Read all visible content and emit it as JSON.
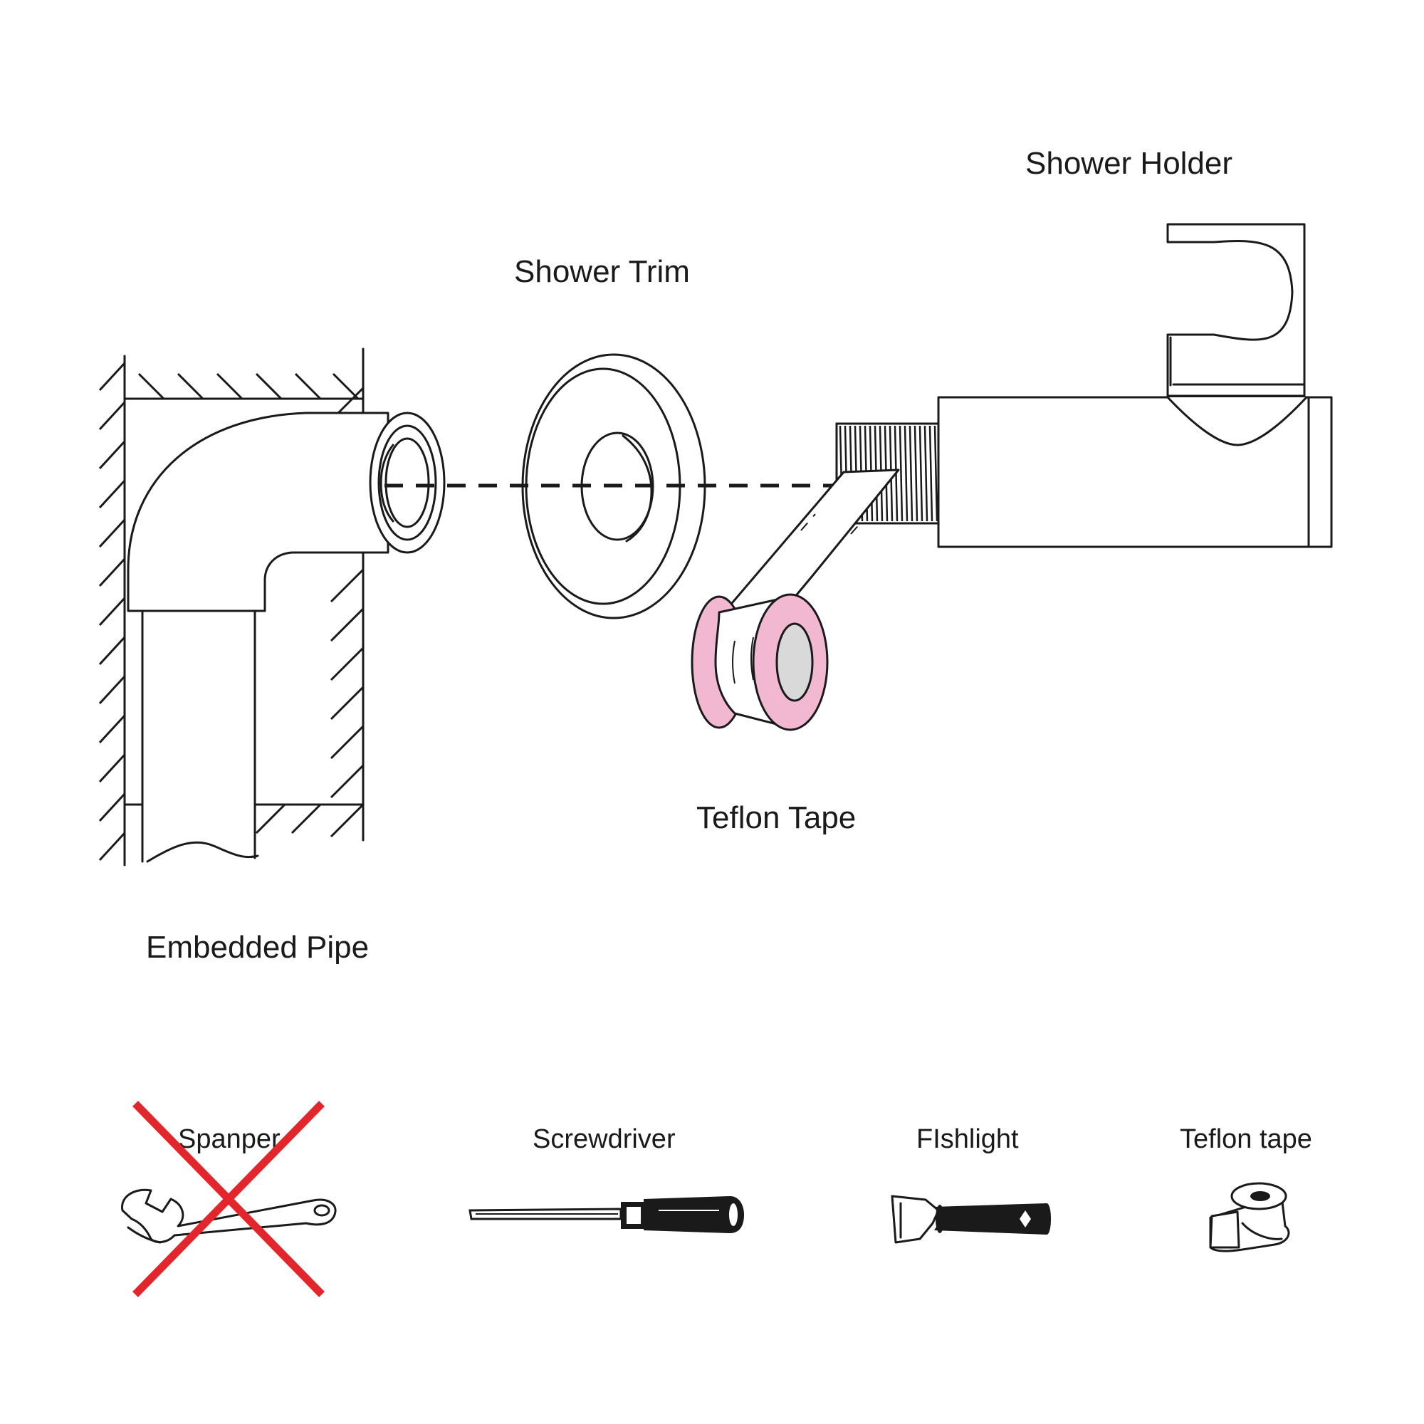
{
  "labels": {
    "shower_holder": "Shower Holder",
    "shower_trim": "Shower Trim",
    "teflon_tape": "Teflon Tape",
    "embedded_pipe": "Embedded Pipe"
  },
  "tools": [
    {
      "label": "Spanper",
      "icon": "wrench-icon",
      "prohibited": true
    },
    {
      "label": "Screwdriver",
      "icon": "screwdriver-icon",
      "prohibited": false
    },
    {
      "label": "FIshlight",
      "icon": "flashlight-icon",
      "prohibited": false
    },
    {
      "label": "Teflon tape",
      "icon": "teflon-tape-icon",
      "prohibited": false
    }
  ],
  "colors": {
    "line": "#1a1a1a",
    "tape_pink": "#f2b8d2",
    "tape_core": "#d9d9d9",
    "prohibit_red": "#e2262b"
  }
}
